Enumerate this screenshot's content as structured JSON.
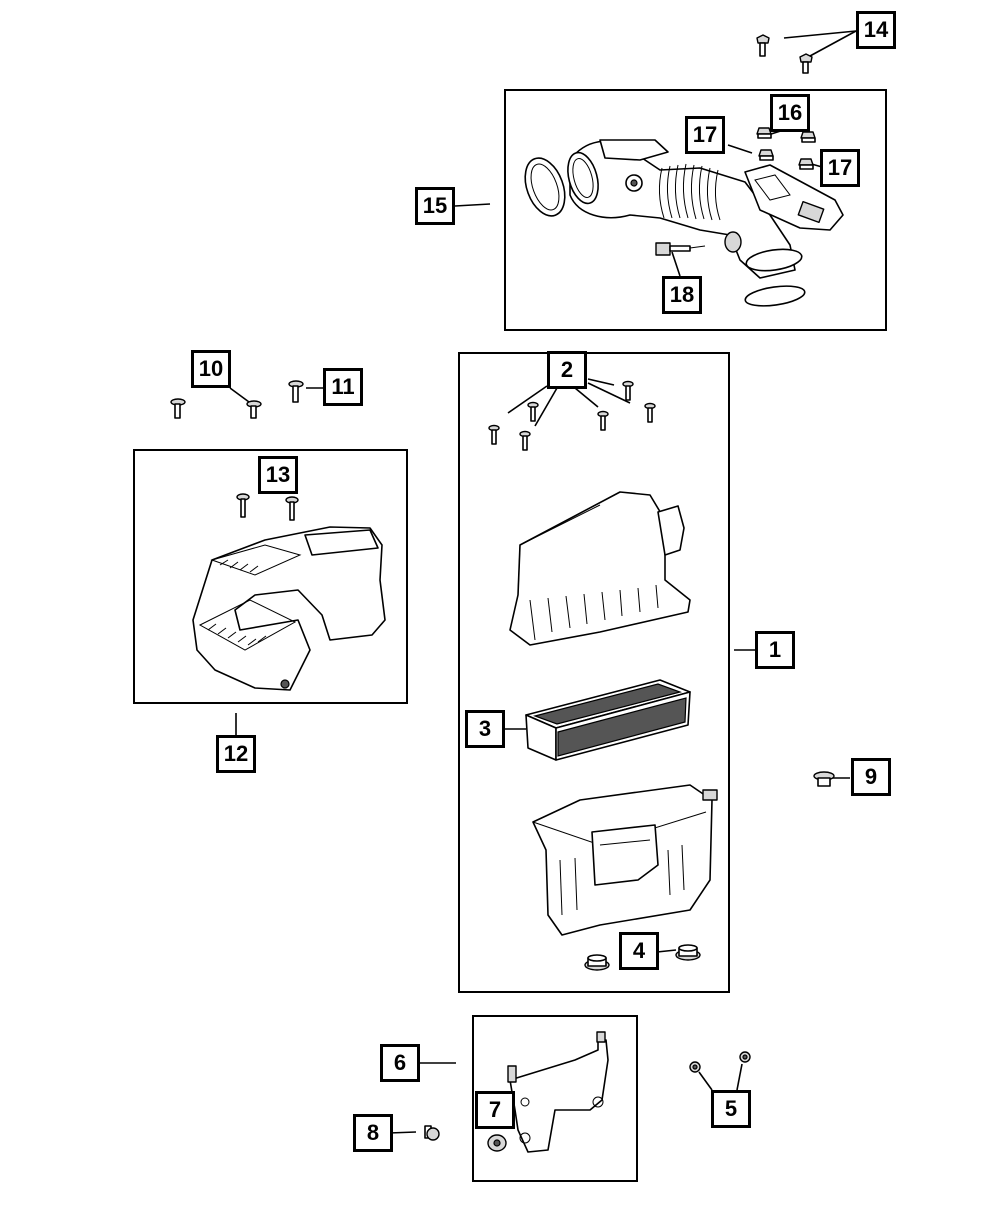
{
  "callouts": [
    {
      "id": "1",
      "label": "1"
    },
    {
      "id": "2",
      "label": "2"
    },
    {
      "id": "3",
      "label": "3"
    },
    {
      "id": "4",
      "label": "4"
    },
    {
      "id": "5",
      "label": "5"
    },
    {
      "id": "6",
      "label": "6"
    },
    {
      "id": "7",
      "label": "7"
    },
    {
      "id": "8",
      "label": "8"
    },
    {
      "id": "9",
      "label": "9"
    },
    {
      "id": "10",
      "label": "10"
    },
    {
      "id": "11",
      "label": "11"
    },
    {
      "id": "12",
      "label": "12"
    },
    {
      "id": "13",
      "label": "13"
    },
    {
      "id": "14",
      "label": "14"
    },
    {
      "id": "15",
      "label": "15"
    },
    {
      "id": "16",
      "label": "16"
    },
    {
      "id": "17a",
      "label": "17"
    },
    {
      "id": "17b",
      "label": "17"
    },
    {
      "id": "18",
      "label": "18"
    }
  ]
}
